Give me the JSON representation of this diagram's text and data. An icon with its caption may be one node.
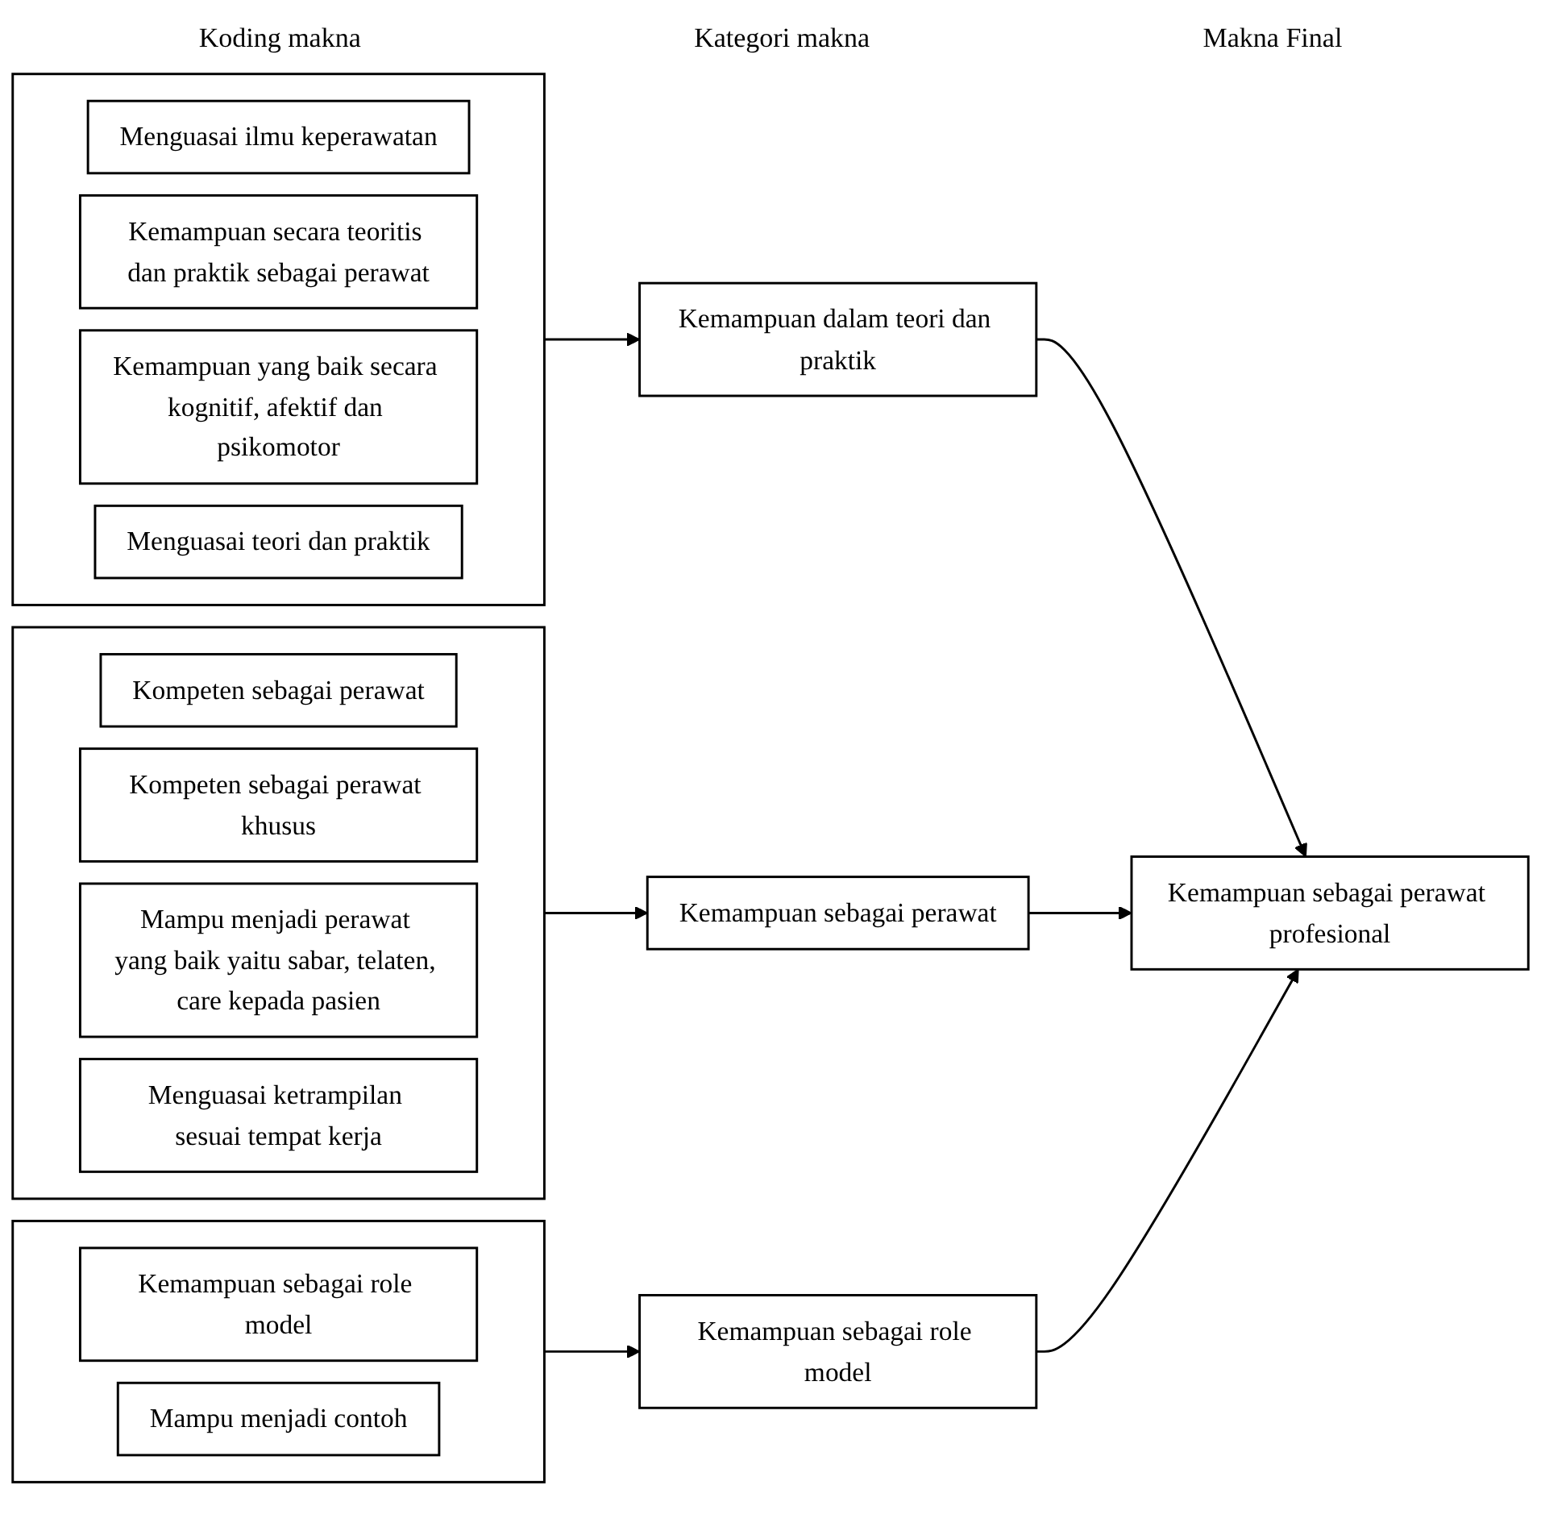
{
  "diagram": {
    "nodes": [
      {
        "text": [],
        "shape": "box"
      },
      {
        "text": [
          "Menguasai ilmu keperawatan"
        ],
        "in": 0
      },
      {
        "text": [
          "Kemampuan secara teoritis dan praktik sebagai perawat"
        ],
        "in": 0
      },
      {
        "text": [
          "Kemampuan yang baik secara kognitif, afektif dan psikomotor"
        ],
        "in": 0
      },
      {
        "text": [
          "Menguasai teori dan praktik"
        ],
        "in": 0
      },
      {
        "text": [
          "Kemampuan dalam teori dan praktik"
        ]
      },
      {
        "text": [],
        "shape": "box"
      },
      {
        "text": [
          "Kompeten sebagai perawat"
        ],
        "in": 6
      },
      {
        "text": [
          "Kompeten sebagai perawat khusus"
        ],
        "in": 6
      },
      {
        "text": [
          "Mampu menjadi perawat yang baik yaitu sabar, telaten, care kepada pasien"
        ],
        "in": 6
      },
      {
        "text": [
          "Menguasai ketrampilan sesuai tempat kerja"
        ],
        "in": 6
      },
      {
        "text": [
          "Kemampuan sebagai perawat"
        ]
      },
      {
        "text": [],
        "shape": "box"
      },
      {
        "text": [
          "Kemampuan sebagai role model"
        ],
        "in": 12
      },
      {
        "text": [
          "Mampu menjadi contoh"
        ],
        "in": 12
      },
      {
        "text": [
          "Kemampuan sebagai role model"
        ]
      },
      {
        "text": [
          "Kemampuan sebagai perawat profesional"
        ]
      }
    ],
    "edges": [
      {
        "from": 0,
        "to": 5,
        "arrow": "to"
      },
      {
        "from": 6,
        "to": 11,
        "arrow": "to"
      },
      {
        "from": 12,
        "to": 15,
        "arrow": "to"
      },
      {
        "from": 5,
        "to": 16,
        "arrow": "to"
      },
      {
        "from": 11,
        "to": 16,
        "arrow": "to"
      },
      {
        "from": 15,
        "to": 16,
        "arrow": "to"
      }
    ],
    "labels": [
      "Koding makna",
      "Kategori makna",
      "Makna Final"
    ]
  }
}
